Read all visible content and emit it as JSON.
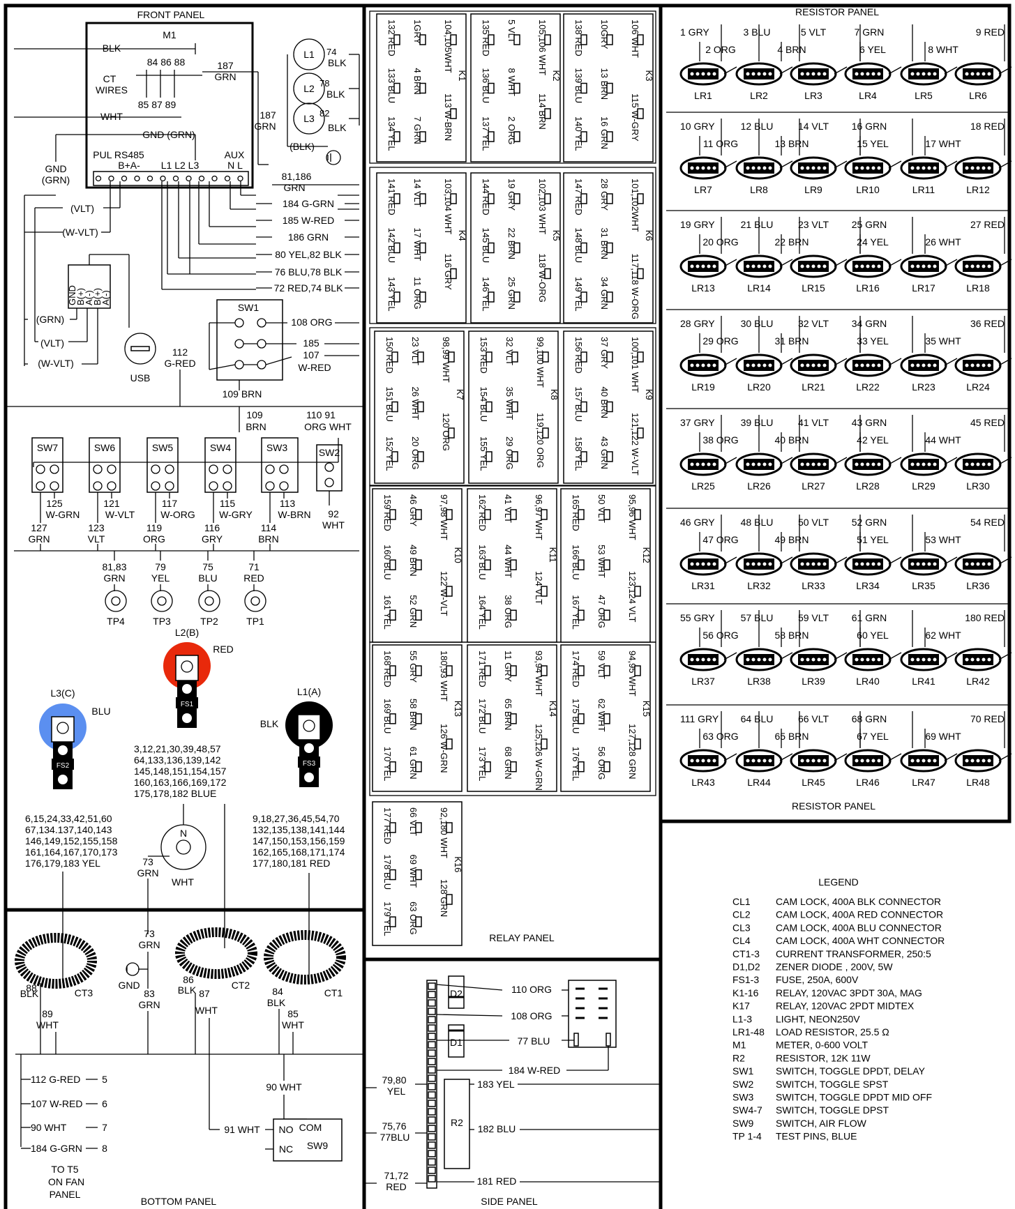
{
  "panels": {
    "front": "FRONT PANEL",
    "resistor_top": "RESISTOR PANEL",
    "resistor_bottom": "RESISTOR PANEL",
    "relay": "RELAY PANEL",
    "bottom": "BOTTOM PANEL",
    "side": "SIDE PANEL"
  },
  "meter": {
    "name": "M1",
    "blk": "BLK",
    "ct_wires_1": "CT",
    "ct_wires_2": "WIRES",
    "top_nums": "84 86 88",
    "bottom_nums": "85 87 89",
    "wht": "WHT",
    "gnd": "GND (GRN)",
    "pul_rs485": "PUL RS485",
    "b_a": "B+A-",
    "l_labels": "L1  L2  L3",
    "aux": "AUX",
    "n_l": "N  L",
    "blk_187": "187",
    "grn_187": "GRN"
  },
  "lights": [
    {
      "name": "L1",
      "num": "74",
      "color": "BLK"
    },
    {
      "name": "L2",
      "num": "78",
      "color": "BLK"
    },
    {
      "name": "L3",
      "num": "82",
      "color": "BLK"
    }
  ],
  "front_wires": {
    "w187a": "187",
    "w187b": "GRN",
    "blk_paren": "(BLK)",
    "w81_186a": "81,186",
    "w81_186b": "GRN",
    "gnd_grn_a": "GND",
    "gnd_grn_b": "(GRN)",
    "vlt": "(VLT)",
    "wvlt": "(W-VLT)",
    "grn_p": "(GRN)",
    "vlt_p": "(VLT)",
    "wvlt_p": "(W-VLT)",
    "usb": "USB",
    "rs485_pins": [
      "GND",
      "B(+)",
      "A(-)",
      "B(+)",
      "A(-)"
    ],
    "right_list": [
      "184  G-GRN",
      "185  W-RED",
      "186 GRN",
      "80 YEL,82 BLK",
      "76 BLU,78 BLK",
      "72 RED,74 BLK"
    ],
    "sw1": "SW1",
    "w108": "108 ORG",
    "w185": "185",
    "w107": "107",
    "wred": "W-RED",
    "w112a": "112",
    "w112b": "G-RED",
    "w109": "109 BRN",
    "w109b_a": "109",
    "w109b_b": "BRN",
    "w110": "110  91",
    "w110b": "ORG WHT"
  },
  "switches": [
    {
      "name": "SW7",
      "wire1": "125",
      "wire1b": "W-GRN",
      "wire2": "127",
      "wire2b": "GRN"
    },
    {
      "name": "SW6",
      "wire1": "121",
      "wire1b": "W-VLT",
      "wire2": "123",
      "wire2b": "VLT"
    },
    {
      "name": "SW5",
      "wire1": "117",
      "wire1b": "W-ORG",
      "wire2": "119",
      "wire2b": "ORG"
    },
    {
      "name": "SW4",
      "wire1": "115",
      "wire1b": "W-GRY",
      "wire2": "116",
      "wire2b": "GRY"
    },
    {
      "name": "SW3",
      "wire1": "113",
      "wire1b": "W-BRN",
      "wire2": "114",
      "wire2b": "BRN"
    },
    {
      "name": "SW2",
      "wire1": "92",
      "wire1b": "WHT",
      "wire2": "",
      "wire2b": ""
    }
  ],
  "test_pins": [
    {
      "name": "TP4",
      "w1": "81,83",
      "w2": "GRN"
    },
    {
      "name": "TP3",
      "w1": "79",
      "w2": "YEL"
    },
    {
      "name": "TP2",
      "w1": "75",
      "w2": "BLU"
    },
    {
      "name": "TP1",
      "w1": "71",
      "w2": "RED"
    }
  ],
  "camlocks": {
    "l2": "L2(B)",
    "l2c": "RED",
    "fs1": "FS1",
    "l3": "L3(C)",
    "l3c": "BLU",
    "fs2": "FS2",
    "l1": "L1(A)",
    "l1c": "BLK",
    "fs3": "FS3",
    "n": "N",
    "w73a": "73",
    "w73b": "GRN",
    "wht": "WHT",
    "blue_list": [
      "3,12,21,30,39,48,57",
      "64,133,136,139,142",
      "145,148,151,154,157",
      "160,163,166,169,172",
      "175,178,182 BLUE"
    ],
    "yel_list": [
      "6,15,24,33,42,51,60",
      "67,134.137,140,143",
      "146,149,152,155,158",
      "161,164,167,170,173",
      "176,179,183 YEL"
    ],
    "red_list": [
      "9,18,27,36,45,54,70",
      "132,135,138,141,144",
      "147,150,153,156,159",
      "162,165,168,171,174",
      "177,180,181  RED"
    ]
  },
  "relays": [
    {
      "name": "K1",
      "c1": [
        "132 RED",
        "133 BLU",
        "134 YEL"
      ],
      "c2": [
        "1GRY",
        "4 BRN",
        "7 GRN"
      ],
      "c3": [
        "104,105WHT",
        "113 W-BRN"
      ]
    },
    {
      "name": "K2",
      "c1": [
        "135 RED",
        "136 BLU",
        "137 YEL"
      ],
      "c2": [
        "5 VLT",
        "8 WHT",
        "2 ORG"
      ],
      "c3": [
        "105,106 WHT",
        "114 BRN"
      ]
    },
    {
      "name": "K3",
      "c1": [
        "138 RED",
        "139 BLU",
        "140 YEL"
      ],
      "c2": [
        "10GRY",
        "13 BRN",
        "16 GRN"
      ],
      "c3": [
        "106 WHT",
        "115 W-GRY"
      ]
    },
    {
      "name": "K4",
      "c1": [
        "141 RED",
        "142 BLU",
        "143 YEL"
      ],
      "c2": [
        "14 VLT",
        "17 WHT",
        "11 ORG"
      ],
      "c3": [
        "103,104 WHT",
        "116 GRY"
      ]
    },
    {
      "name": "K5",
      "c1": [
        "144 RED",
        "145 BLU",
        "146 YEL"
      ],
      "c2": [
        "19 GRY",
        "22 BRN",
        "25 GRN"
      ],
      "c3": [
        "102,103 WHT",
        "118 W-ORG"
      ]
    },
    {
      "name": "K6",
      "c1": [
        "147 RED",
        "148 BLU",
        "149 YEL"
      ],
      "c2": [
        "28 GRY",
        "31 BRN",
        "34 GRN"
      ],
      "c3": [
        "101,102WHT",
        "117,118 W-ORG"
      ]
    },
    {
      "name": "K7",
      "c1": [
        "150 RED",
        "151 BLU",
        "152 YEL"
      ],
      "c2": [
        "23 VLT",
        "26 WHT",
        "20 ORG"
      ],
      "c3": [
        "98,99 WHT",
        "120 ORG"
      ]
    },
    {
      "name": "K8",
      "c1": [
        "153 RED",
        "154 BLU",
        "155 YEL"
      ],
      "c2": [
        "32 VLT",
        "35 WHT",
        "29 ORG"
      ],
      "c3": [
        "99,100 WHT",
        "119,120 ORG"
      ]
    },
    {
      "name": "K9",
      "c1": [
        "156 RED",
        "157 BLU",
        "158 YEL"
      ],
      "c2": [
        "37 GRY",
        "40 BRN",
        "43 GRN"
      ],
      "c3": [
        "100,101 WHT",
        "121,122 W-VLT"
      ]
    },
    {
      "name": "K10",
      "c1": [
        "159 RED",
        "160 BLU",
        "161 YEL"
      ],
      "c2": [
        "46 GRY",
        "49 BRN",
        "52 GRN"
      ],
      "c3": [
        "97,98 WHT",
        "122 W-VLT"
      ]
    },
    {
      "name": "K11",
      "c1": [
        "162 RED",
        "163 BLU",
        "164 YEL"
      ],
      "c2": [
        "41 VLT",
        "44 WHT",
        "38 ORG"
      ],
      "c3": [
        "96,97 WHT",
        "124 VLT"
      ]
    },
    {
      "name": "K12",
      "c1": [
        "165 RED",
        "166 BLU",
        "167 YEL"
      ],
      "c2": [
        "50 VLT",
        "53 WHT",
        "47 ORG"
      ],
      "c3": [
        "95,96 WHT",
        "123,124 VLT"
      ]
    },
    {
      "name": "K13",
      "c1": [
        "168 RED",
        "169 BLU",
        "170 YEL"
      ],
      "c2": [
        "55 GRY",
        "58 BRN",
        "61 GRN"
      ],
      "c3": [
        "180,93 WHT",
        "126 W-GRN"
      ]
    },
    {
      "name": "K14",
      "c1": [
        "171 RED",
        "172 BLU",
        "173 YEL"
      ],
      "c2": [
        "11 GRY",
        "65 BRN",
        "68 GRN"
      ],
      "c3": [
        "93,94 WHT",
        "125,126 W-GRN"
      ]
    },
    {
      "name": "K15",
      "c1": [
        "174 RED",
        "175 BLU",
        "176 YEL"
      ],
      "c2": [
        "59 VLT",
        "62 WHT",
        "56 ORG"
      ],
      "c3": [
        "94,95 WHT",
        "127,128 GRN"
      ]
    },
    {
      "name": "K16",
      "c1": [
        "177 RED",
        "178 BLU",
        "179 YEL"
      ],
      "c2": [
        "66 VLT",
        "69 WHT",
        "63 ORG"
      ],
      "c3": [
        "92,180 WHT",
        "128 GRN"
      ]
    }
  ],
  "resistor_rows": [
    {
      "top": [
        "1 GRY",
        "3 BLU",
        "5 VLT",
        "7 GRN",
        "9 RED"
      ],
      "mid": [
        "2 ORG",
        "4 BRN",
        "6 YEL",
        "8 WHT"
      ],
      "lr": [
        "LR1",
        "LR2",
        "LR3",
        "LR4",
        "LR5",
        "LR6"
      ]
    },
    {
      "top": [
        "10 GRY",
        "12 BLU",
        "14 VLT",
        "16 GRN",
        "18 RED"
      ],
      "mid": [
        "11 ORG",
        "13 BRN",
        "15 YEL",
        "17 WHT"
      ],
      "lr": [
        "LR7",
        "LR8",
        "LR9",
        "LR10",
        "LR11",
        "LR12"
      ]
    },
    {
      "top": [
        "19 GRY",
        "21 BLU",
        "23 VLT",
        "25 GRN",
        "27 RED"
      ],
      "mid": [
        "20 ORG",
        "22 BRN",
        "24 YEL",
        "26 WHT"
      ],
      "lr": [
        "LR13",
        "LR14",
        "LR15",
        "LR16",
        "LR17",
        "LR18"
      ]
    },
    {
      "top": [
        "28 GRY",
        "30 BLU",
        "32 VLT",
        "34 GRN",
        "36 RED"
      ],
      "mid": [
        "29 ORG",
        "31 BRN",
        "33 YEL",
        "35 WHT"
      ],
      "lr": [
        "LR19",
        "LR20",
        "LR21",
        "LR22",
        "LR23",
        "LR24"
      ]
    },
    {
      "top": [
        "37 GRY",
        "39 BLU",
        "41 VLT",
        "43 GRN",
        "45 RED"
      ],
      "mid": [
        "38 ORG",
        "40 BRN",
        "42 YEL",
        "44 WHT"
      ],
      "lr": [
        "LR25",
        "LR26",
        "LR27",
        "LR28",
        "LR29",
        "LR30"
      ]
    },
    {
      "top": [
        "46 GRY",
        "48 BLU",
        "50 VLT",
        "52 GRN",
        "54 RED"
      ],
      "mid": [
        "47 ORG",
        "49 BRN",
        "51 YEL",
        "53 WHT"
      ],
      "lr": [
        "LR31",
        "LR32",
        "LR33",
        "LR34",
        "LR35",
        "LR36"
      ]
    },
    {
      "top": [
        "55 GRY",
        "57 BLU",
        "59 VLT",
        "61 GRN",
        "180 RED"
      ],
      "mid": [
        "56 ORG",
        "58 BRN",
        "60 YEL",
        "62 WHT"
      ],
      "lr": [
        "LR37",
        "LR38",
        "LR39",
        "LR40",
        "LR41",
        "LR42"
      ]
    },
    {
      "top": [
        "111 GRY",
        "64 BLU",
        "66 VLT",
        "68 GRN",
        "70 RED"
      ],
      "mid": [
        "63 ORG",
        "65 BRN",
        "67 YEL",
        "69 WHT"
      ],
      "lr": [
        "LR43",
        "LR44",
        "LR45",
        "LR46",
        "LR47",
        "LR48"
      ]
    }
  ],
  "bottom": {
    "ct3": "CT3",
    "ct2": "CT2",
    "ct1": "CT1",
    "w88": "88",
    "blk88": "BLK",
    "w89": "89",
    "wht89": "WHT",
    "w86": "86",
    "blk86": "BLK",
    "w87": "87",
    "wht87": "WHT",
    "w84": "84",
    "blk84": "BLK",
    "w85": "85",
    "wht85": "WHT",
    "w73a": "73",
    "w73b": "GRN",
    "gnd": "GND",
    "w83a": "83",
    "w83b": "GRN",
    "terms": [
      "112 G-RED",
      "107 W-RED",
      "90 WHT",
      "184 G-GRN"
    ],
    "term_nums": [
      "5",
      "6",
      "7",
      "8"
    ],
    "to_t5": [
      "TO T5",
      "ON FAN",
      "PANEL"
    ],
    "w90": "90  WHT",
    "w91": "91 WHT",
    "sw9_no": "NO",
    "sw9_com": "COM",
    "sw9_nc": "NC",
    "sw9": "SW9"
  },
  "side": {
    "d2": "D2",
    "d1": "D1",
    "r2": "R2",
    "w110": "110 ORG",
    "w108": "108 ORG",
    "w77": "77 BLU",
    "w184": "184 W-RED",
    "w183": "183 YEL",
    "w182": "182 BLU",
    "w181": "181 RED",
    "w79a": "79,80",
    "w79b": "YEL",
    "w75a": "75,76",
    "w75b": "77BLU",
    "w71a": "71,72",
    "w71b": "RED"
  },
  "legend": {
    "title": "LEGEND",
    "items": [
      [
        "CL1",
        "CAM LOCK, 400A BLK CONNECTOR"
      ],
      [
        "CL2",
        "CAM LOCK, 400A RED CONNECTOR"
      ],
      [
        "CL3",
        "CAM LOCK, 400A BLU CONNECTOR"
      ],
      [
        "CL4",
        "CAM LOCK, 400A WHT CONNECTOR"
      ],
      [
        "CT1-3",
        "CURRENT TRANSFORMER, 250:5"
      ],
      [
        "D1,D2",
        "ZENER DIODE , 200V, 5W"
      ],
      [
        "FS1-3",
        "FUSE, 250A, 600V"
      ],
      [
        "K1-16",
        "RELAY, 120VAC 3PDT 30A, MAG"
      ],
      [
        "K17",
        "RELAY, 120VAC 2PDT MIDTEX"
      ],
      [
        "L1-3",
        "LIGHT, NEON250V"
      ],
      [
        "LR1-48",
        "LOAD RESISTOR, 25.5 Ω"
      ],
      [
        "M1",
        "METER, 0-600 VOLT"
      ],
      [
        "R2",
        "RESISTOR, 12K 11W"
      ],
      [
        "SW1",
        "SWITCH, TOGGLE DPDT, DELAY"
      ],
      [
        "SW2",
        "SWITCH, TOGGLE SPST"
      ],
      [
        "SW3",
        "SWITCH, TOGGLE DPDT MID OFF"
      ],
      [
        "SW4-7",
        "SWITCH, TOGGLE DPST"
      ],
      [
        "SW9",
        "SWITCH, AIR FLOW"
      ],
      [
        "TP 1-4",
        "TEST PINS, BLUE"
      ]
    ]
  },
  "colors": {
    "red_lock": "#e8290b",
    "blue_lock": "#5b8ff0",
    "black_lock": "#000000"
  }
}
